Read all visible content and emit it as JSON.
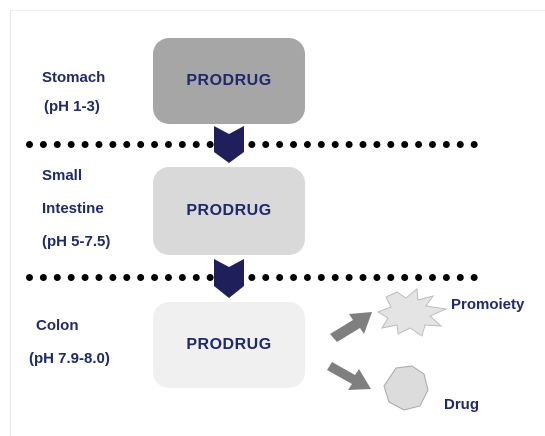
{
  "stages": [
    {
      "name_lines": [
        "Stomach",
        "(pH 1-3)"
      ],
      "box_label": "PRODRUG",
      "color": "#a6a6a6"
    },
    {
      "name_lines": [
        "Small",
        "Intestine",
        "(pH 5-7.5)"
      ],
      "box_label": "PRODRUG",
      "color": "#d9d9d9"
    },
    {
      "name_lines": [
        "Colon",
        "(pH 7.9-8.0)"
      ],
      "box_label": "PRODRUG",
      "color": "#f0f0f0"
    }
  ],
  "products": {
    "promoiety": {
      "label": "Promoiety",
      "shape": "burst-icon"
    },
    "drug": {
      "label": "Drug",
      "shape": "octagon-icon"
    }
  },
  "colors": {
    "text": "#1f2a6b",
    "chevron": "#1f1f5c",
    "arrow": "#7f7f7f",
    "divider": "#000000"
  }
}
